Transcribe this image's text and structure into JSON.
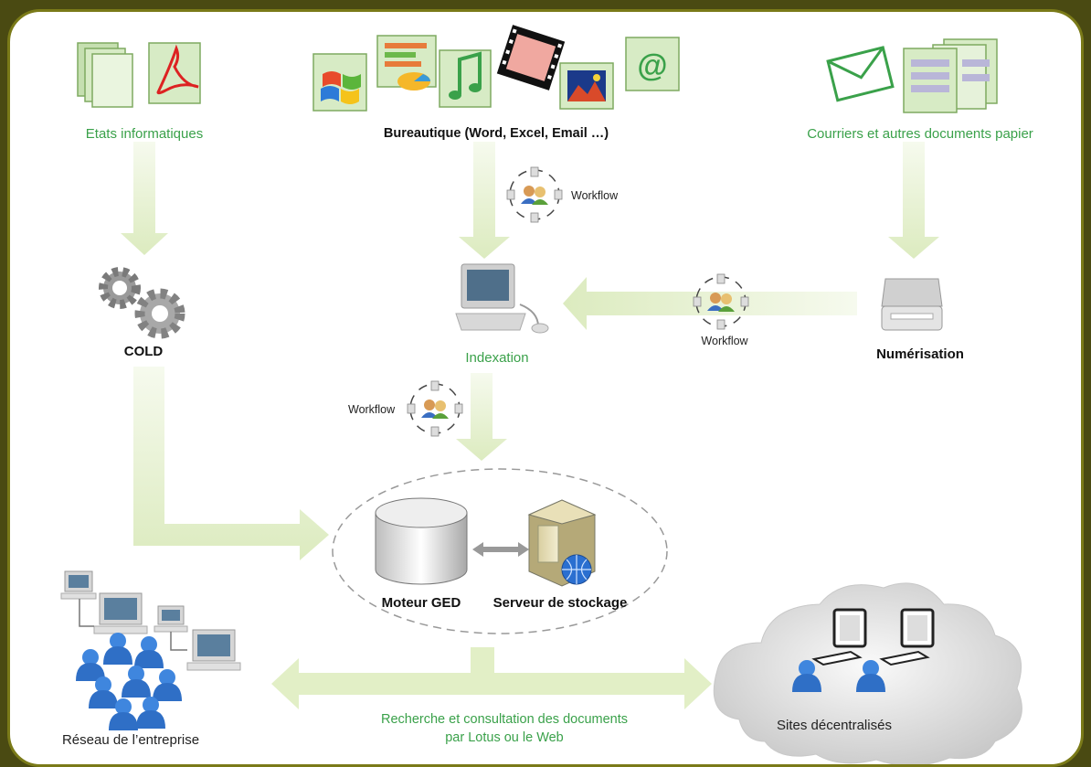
{
  "sources": {
    "etats": "Etats informatiques",
    "bureautique": "Bureautique (Word, Excel, Email …)",
    "courriers": "Courriers et autres documents papier"
  },
  "nodes": {
    "cold": "COLD",
    "indexation": "Indexation",
    "numerisation": "Numérisation",
    "moteur_ged": "Moteur GED",
    "serveur": "Serveur de stockage",
    "reseau": "Réseau de l’entreprise",
    "sites": "Sites décentralisés"
  },
  "workflow_label": "Workflow",
  "recherche": {
    "line1": "Recherche et consultation des documents",
    "line2": "par Lotus ou le Web"
  },
  "colors": {
    "green_text": "#3aa14a",
    "arrow": "#e2efc6",
    "border": "#7a7a18",
    "background": "#4a4a12"
  },
  "icons": {
    "etats": "document-stack-icon",
    "pdf": "pdf-icon",
    "windows": "windows-icon",
    "chart": "chart-icon",
    "music": "music-note-icon",
    "film": "film-strip-icon",
    "photo": "photo-icon",
    "email": "at-sign-icon",
    "envelope": "envelope-icon",
    "gears": "gears-icon",
    "computer": "computer-icon",
    "scanner": "scanner-icon",
    "database": "database-icon",
    "server": "server-icon",
    "workflow": "workflow-cycle-icon",
    "users": "users-icon",
    "cloud": "cloud-icon"
  }
}
